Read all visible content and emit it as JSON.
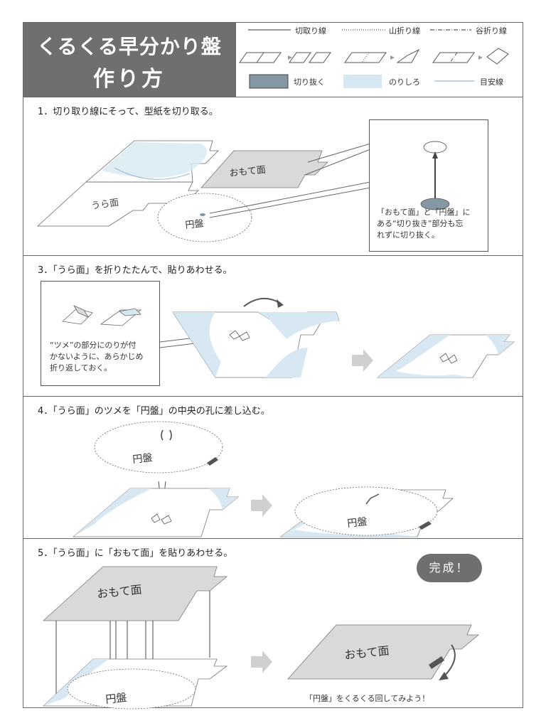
{
  "title": {
    "line1": "くるくる早分かり盤",
    "line2": "作り方"
  },
  "legend": {
    "cut_line": "切取り線",
    "mountain_fold": "山折り線",
    "valley_fold": "谷折り線",
    "cut_out": "切り抜く",
    "glue_area": "のりしろ",
    "guide_line": "目安線"
  },
  "steps": [
    {
      "title": "1．切り取り線にそって、型紙を切り取る。",
      "labels": {
        "ura": "うら面",
        "omote": "おもて面",
        "enban": "円盤"
      },
      "note": [
        "「おもて面」と「円盤」に",
        "ある“切り抜き”部分も忘",
        "れずに切り抜く。"
      ]
    },
    {
      "title": "3．「うら面」を折りたたんで、貼りあわせる。",
      "note": [
        "“ツメ”の部分にのりが付",
        "かないように、あらかじめ",
        "折り返しておく。"
      ]
    },
    {
      "title": "4．「うら面」のツメを「円盤」の中央の孔に差し込む。",
      "labels": {
        "enban": "円盤"
      }
    },
    {
      "title": "5．「うら面」に「おもて面」を貼りあわせる。",
      "labels": {
        "omote": "おもて面",
        "enban": "円盤"
      },
      "badge": "完成！",
      "caption": "「円盤」をくるくる回してみよう！"
    }
  ],
  "colors": {
    "dark_gray": "#6f6f6f",
    "cut_fill": "#8597a3",
    "glue_fill": "#d7e8f2",
    "guide_line": "#9bb7d0",
    "sheet_gray": "#d9d9d9"
  }
}
